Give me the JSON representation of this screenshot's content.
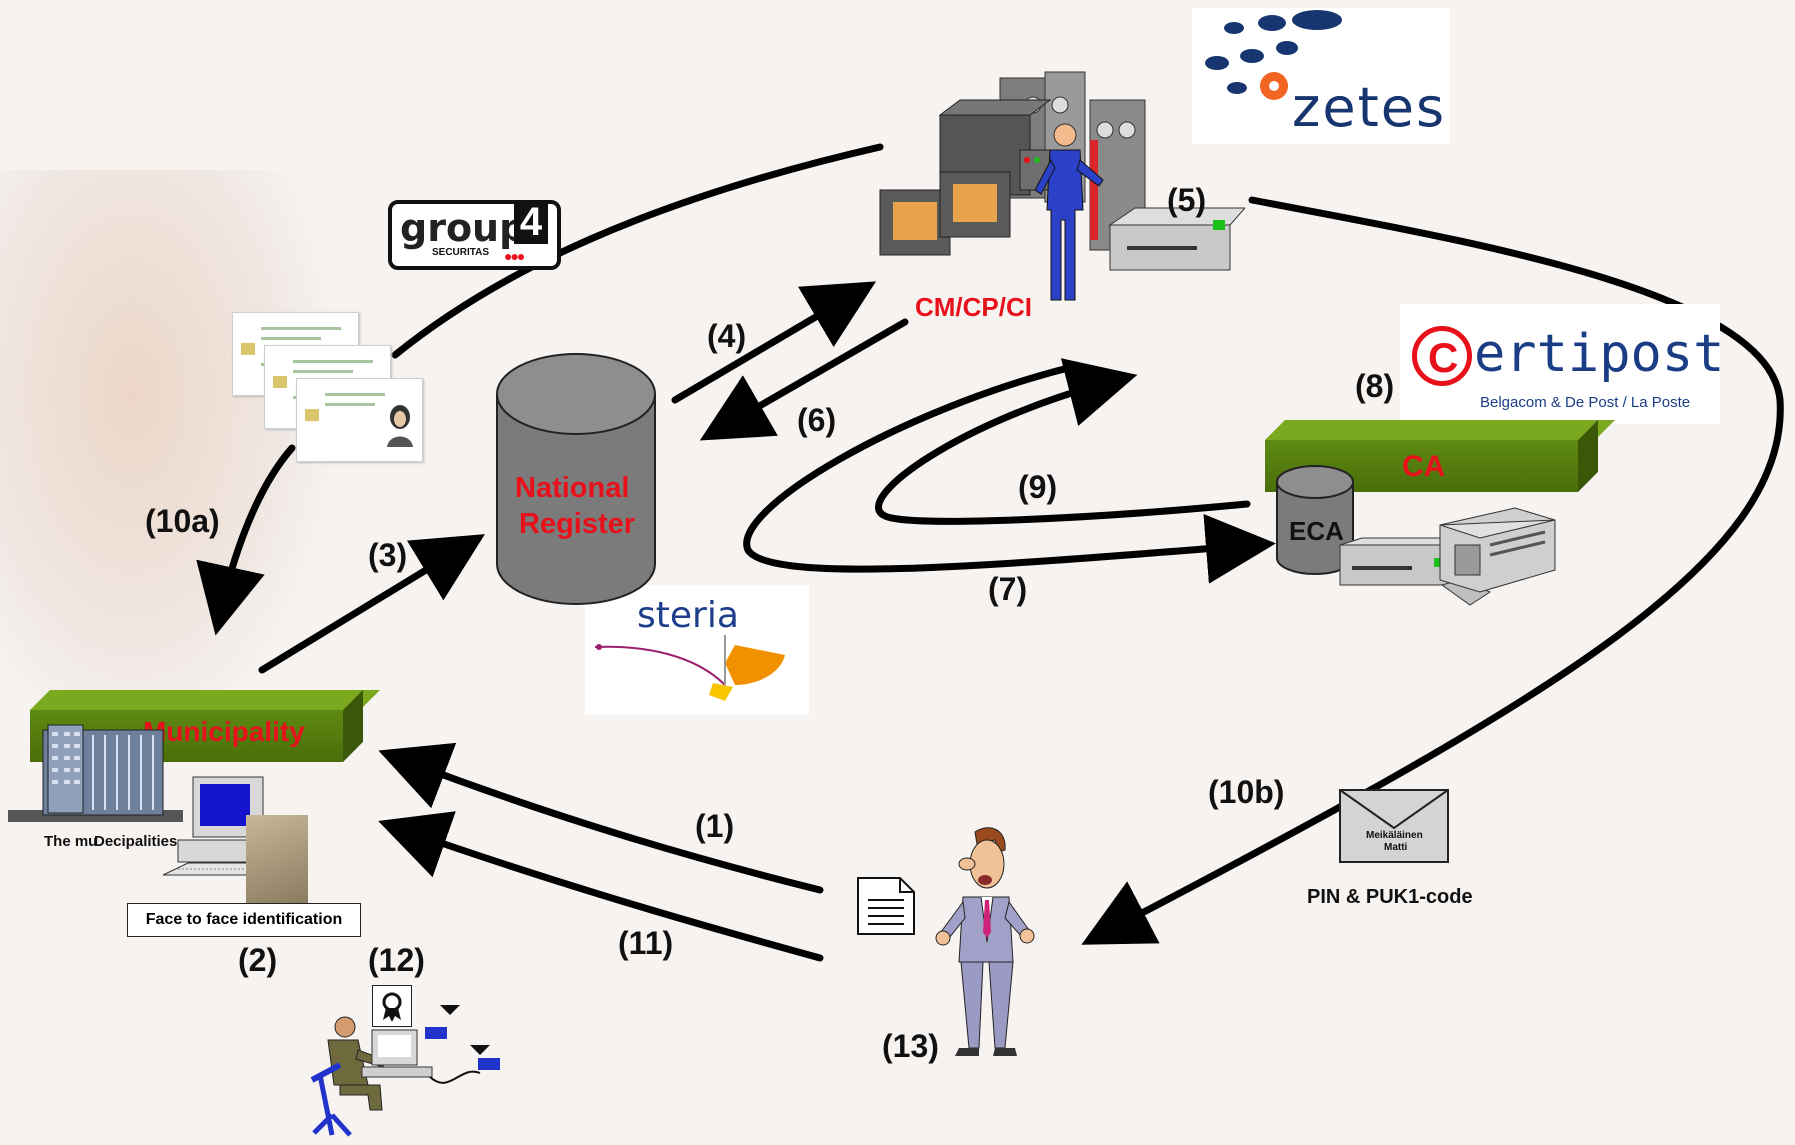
{
  "logos": {
    "zetes": "zetes",
    "group4": "group",
    "group4_num": "4",
    "group4_sub": "SECURITAS",
    "certipost": "ertipost",
    "certipost_c": "C",
    "certipost_sub": "Belgacom & De Post / La Poste",
    "steria": "steria"
  },
  "nodes": {
    "cm_cp_ci": "CM/CP/CI",
    "national_register": [
      "National",
      "Register"
    ],
    "ca": "CA",
    "eca": "ECA",
    "municipality": "Municipality",
    "municipality_caption_a": "The mu",
    "municipality_caption_b": "Decipalities",
    "face_to_face": "Face to face identification",
    "envelope_name": [
      "Meikäläinen",
      "Matti"
    ],
    "pin_puk": "PIN & PUK1-code"
  },
  "steps": {
    "s1": "(1)",
    "s2": "(2)",
    "s3": "(3)",
    "s4": "(4)",
    "s5": "(5)",
    "s6": "(6)",
    "s7": "(7)",
    "s8": "(8)",
    "s9": "(9)",
    "s10a": "(10a)",
    "s10b": "(10b)",
    "s11": "(11)",
    "s12": "(12)",
    "s13": "(13)"
  },
  "colors": {
    "accent_red": "#e8101a",
    "green": "#5e8a12",
    "cylinder_gray": "#7b7b7b",
    "zetes_blue": "#17356e",
    "zetes_orange": "#f26522"
  }
}
